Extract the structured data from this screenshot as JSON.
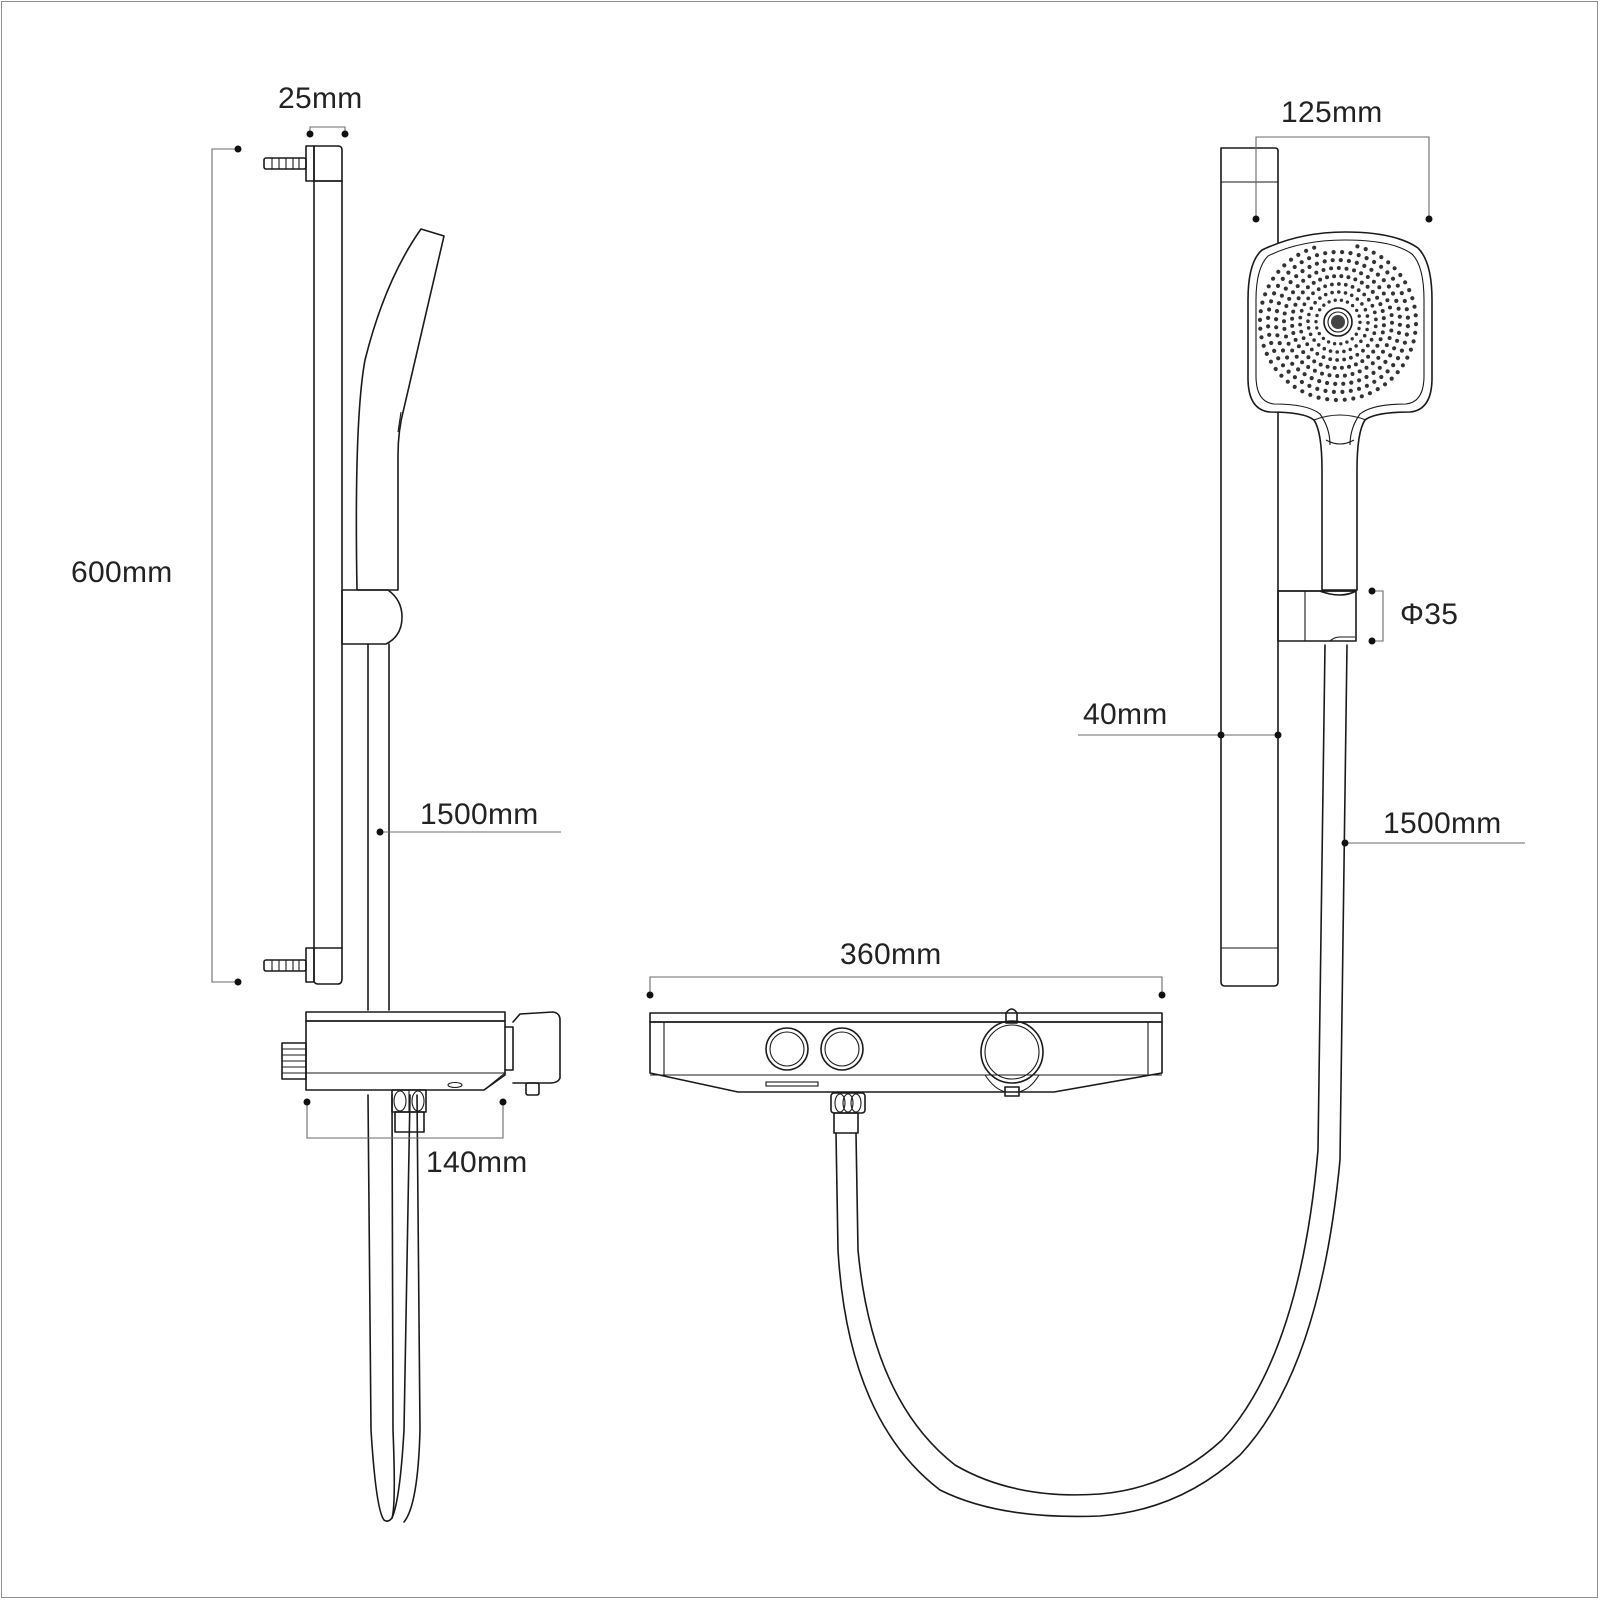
{
  "drawing": {
    "title": "Thermostatic shower system dimension drawing",
    "line_color": "#1a1a1a",
    "dimension_color": "#6a6a6a",
    "frame_color": "#8f8f8f"
  },
  "side_view": {
    "rail_depth": "25mm",
    "rail_height": "600mm",
    "hose_length": "1500mm",
    "mixer_depth": "140mm"
  },
  "front_view": {
    "mixer_width": "360mm"
  },
  "right_view": {
    "handshower_width": "125mm",
    "holder_diameter": "Φ35",
    "rail_width": "40mm",
    "hose_length": "1500mm"
  }
}
